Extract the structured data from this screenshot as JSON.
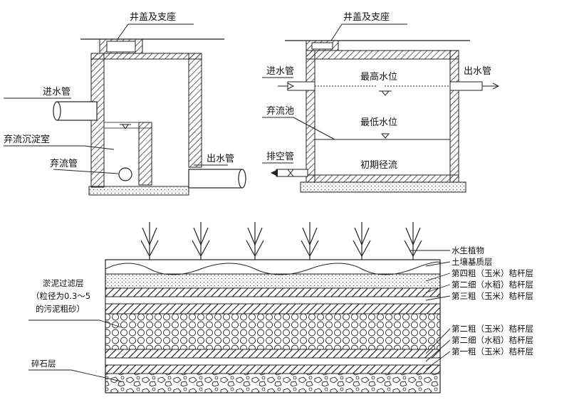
{
  "top_left": {
    "cover": "井盖及支座",
    "inlet": "进水管",
    "chamber": "弃流沉淀室",
    "discard_pipe": "弃流管",
    "outlet": "出水管"
  },
  "top_right": {
    "cover": "井盖及支座",
    "inlet": "进水管",
    "outlet": "出水管",
    "high_level": "最高水位",
    "low_level": "最低水位",
    "tank": "弃流池",
    "drain": "排空管",
    "runoff": "初期径流"
  },
  "bottom": {
    "left_labels": {
      "silt_line1": "淤泥过滤层",
      "silt_line2": "（粒径为0.3～5",
      "silt_line3": "的污泥粗砂）",
      "gravel": "碎石层"
    },
    "right_labels": [
      "水生植物",
      "土壤基质层",
      "第四粗（玉米）秸秆层",
      "第二细（水稻）秸秆层",
      "第三粗（玉米）秸秆层",
      "第二粗（玉米）秸秆层",
      "第二细（水稻）秸秆层",
      "第一粗（玉米）秸秆层"
    ]
  }
}
